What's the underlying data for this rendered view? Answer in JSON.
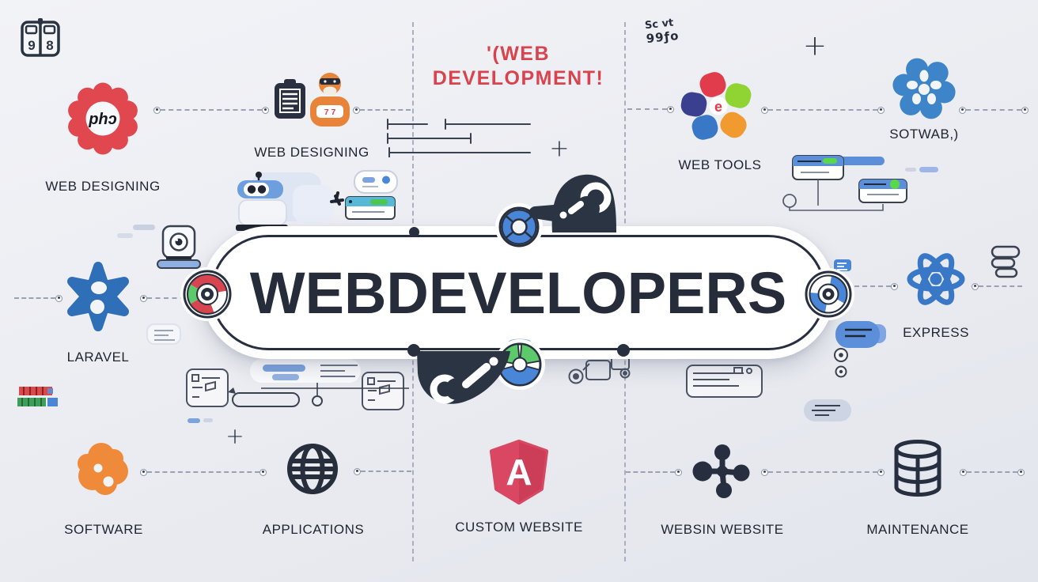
{
  "title": {
    "line1": "'(WEB",
    "line2": "DEVELOPMENT!"
  },
  "banner": {
    "text": "WEBDEVELOPERS"
  },
  "scribble": {
    "line1": "Sc vt",
    "line2": "99ƒo"
  },
  "counter_icon": {
    "left_digit": "9",
    "right_digit": "8"
  },
  "nodes": {
    "php": {
      "label": "WEB DESIGNING",
      "icon": "php-flower-icon",
      "icon_text": "phɔ"
    },
    "designer": {
      "label": "WEB DESIGNING",
      "icon": "web-designer-icon",
      "badge": "7 7"
    },
    "webtools": {
      "label": "WEB TOOLS",
      "icon": "color-flower-icon",
      "icon_text": "e"
    },
    "sotwab": {
      "label": "SOTWAB,)",
      "icon": "blue-gear-blob-icon"
    },
    "laravel": {
      "label": "LARAVEL",
      "icon": "blue-star-icon"
    },
    "express": {
      "label": "EXPRESS",
      "icon": "atom-icon"
    },
    "software": {
      "label": "SOFTWARE",
      "icon": "orange-blob-icon"
    },
    "applications": {
      "label": "APPLICATIONS",
      "icon": "globe-icon"
    },
    "custom_website": {
      "label": "CUSTOM WEBSITE",
      "icon": "angular-shield-icon",
      "icon_text": "A"
    },
    "websin_website": {
      "label": "WEBSIN WEBSITE",
      "icon": "molecule-icon"
    },
    "maintenance": {
      "label": "MAINTENANCE",
      "icon": "database-icon"
    }
  },
  "decor_icons": [
    "counter-icon",
    "robot-icon",
    "webcam-icon",
    "chat-bubble-icon",
    "browser-card-icon",
    "wireframe-card-icon",
    "rover-icon",
    "chrome-wheel-icon",
    "blue-wheel-icon",
    "life-ring-icon",
    "beachball-icon",
    "claw-icon",
    "document-stack-icon",
    "database-icon",
    "pixel-bars-icon",
    "slider-lines-icon"
  ],
  "palette": {
    "red": "#e0474f",
    "crimson": "#d8434e",
    "blue": "#3878c7",
    "steel_blue": "#4a86d8",
    "light_blue": "#7ba3dd",
    "dark_navy": "#262e40",
    "claw_navy": "#2a3443",
    "orange": "#ef8a3b",
    "lime": "#8fd433",
    "amber": "#f09a30",
    "indigo": "#3b3f8f",
    "green": "#4cc74f",
    "background": "#edeff4",
    "label_text": "#1f2430"
  }
}
